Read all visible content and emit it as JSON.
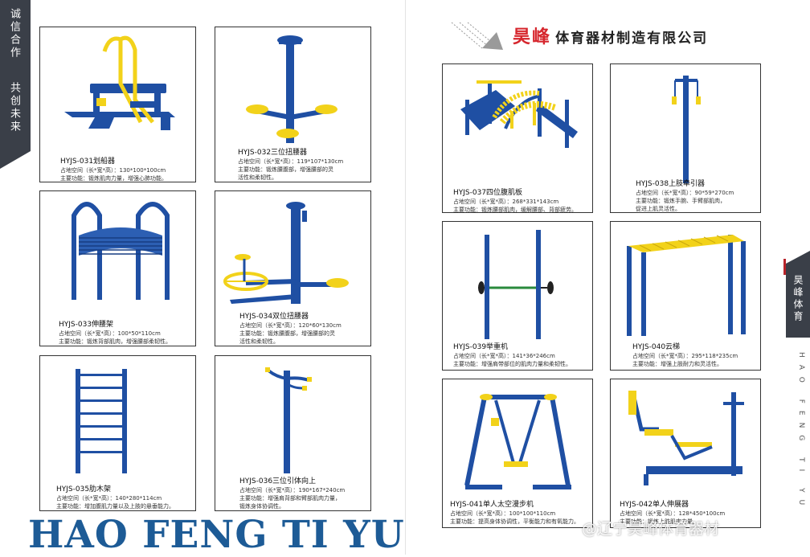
{
  "slogan": {
    "line1": "诚信合作",
    "line2": "共创未来"
  },
  "brand": {
    "name_red": "昊峰",
    "name_rest": "体育器材制造有限公司",
    "side_cn": "昊峰体育",
    "side_en": "HAO FENG TI YU"
  },
  "bottom_title": "HAO FENG TI YU",
  "watermark": "@辽宁昊峰体育器材",
  "products": [
    {
      "title": "HYJS-031划船器",
      "size": "占地空间（长*宽*高）：130*100*100cm",
      "func1": "主要功能：锻炼肌肉力量，增强心肺功能。",
      "func2": ""
    },
    {
      "title": "HYJS-032三位扭腰器",
      "size": "占地空间（长*宽*高）：119*107*130cm",
      "func1": "主要功能：锻炼腰腹部，增强腰部的灵",
      "func2": "活性和柔韧性。"
    },
    {
      "title": "HYJS-033伸腰架",
      "size": "占地空间（长*宽*高）：100*50*110cm",
      "func1": "主要功能：锻炼背部肌肉，增强腰部柔韧性。",
      "func2": ""
    },
    {
      "title": "HYJS-034双位扭腰器",
      "size": "占地空间（长*宽*高）：120*60*130cm",
      "func1": "主要功能：锻炼腰腹部，增强腰部的灵",
      "func2": "活性和柔韧性。"
    },
    {
      "title": "HYJS-035肋木架",
      "size": "占地空间（长*宽*高）：140*280*114cm",
      "func1": "主要功能：增加腹肌力量以及上肢的悬垂能力。",
      "func2": ""
    },
    {
      "title": "HYJS-036三位引体向上",
      "size": "占地空间（长*宽*高）：190*167*240cm",
      "func1": "主要功能：增强肩背部和臂部肌肉力量，",
      "func2": "锻炼身体协调性。"
    },
    {
      "title": "HYJS-037四位腹肌板",
      "size": "占地空间（长*宽*高）：268*331*143cm",
      "func1": "主要功能：锻炼腰部肌肉，缓解腰部、背部疲劳。",
      "func2": ""
    },
    {
      "title": "HYJS-038上肢牵引器",
      "size": "占地空间（长*宽*高）：90*59*270cm",
      "func1": "主要功能：锻炼手腕、手臂部肌肉，",
      "func2": "促进上肌灵活性。"
    },
    {
      "title": "HYJS-039举重机",
      "size": "占地空间（长*宽*高）：141*36*246cm",
      "func1": "主要功能：增强肩带部位的肌肉力量和柔韧性。",
      "func2": ""
    },
    {
      "title": "HYJS-040云梯",
      "size": "占地空间（长*宽*高）：295*118*235cm",
      "func1": "主要功能：增强上肢耐力和灵活性。",
      "func2": ""
    },
    {
      "title": "HYJS-041单人太空漫步机",
      "size": "占地空间（长*宽*高）：100*100*110cm",
      "func1": "主要功能：提高身体协调性，平衡能力和有氧能力。",
      "func2": ""
    },
    {
      "title": "HYJS-042单人伸展器",
      "size": "占地空间（长*宽*高）：128*450*100cm",
      "func1": "主要功能：锻炼上肢肌肉力量。",
      "func2": ""
    }
  ],
  "colors": {
    "blue": "#1f4fa3",
    "yellow": "#f2d21a",
    "accent_red": "#d6262d",
    "title_blue": "#1d5b96"
  }
}
